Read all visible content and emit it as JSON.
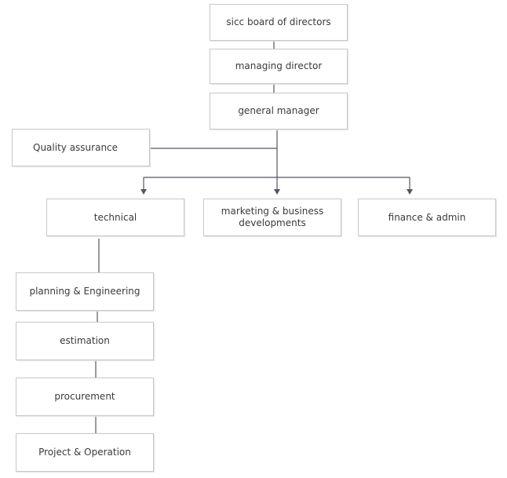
{
  "org_chart": {
    "nodes": {
      "board": "sicc board of directors",
      "managing_director": "managing director",
      "general_manager": "general manager",
      "quality_assurance": "Quality assurance",
      "technical": "technical",
      "marketing": "marketing & business developments",
      "finance": "finance & admin",
      "planning": "planning & Engineering",
      "estimation": "estimation",
      "procurement": "procurement",
      "project_operation": "Project & Operation"
    },
    "colors": {
      "box_border": "#c8c8c8",
      "connector": "#555566",
      "text": "#3a3a3a"
    }
  }
}
